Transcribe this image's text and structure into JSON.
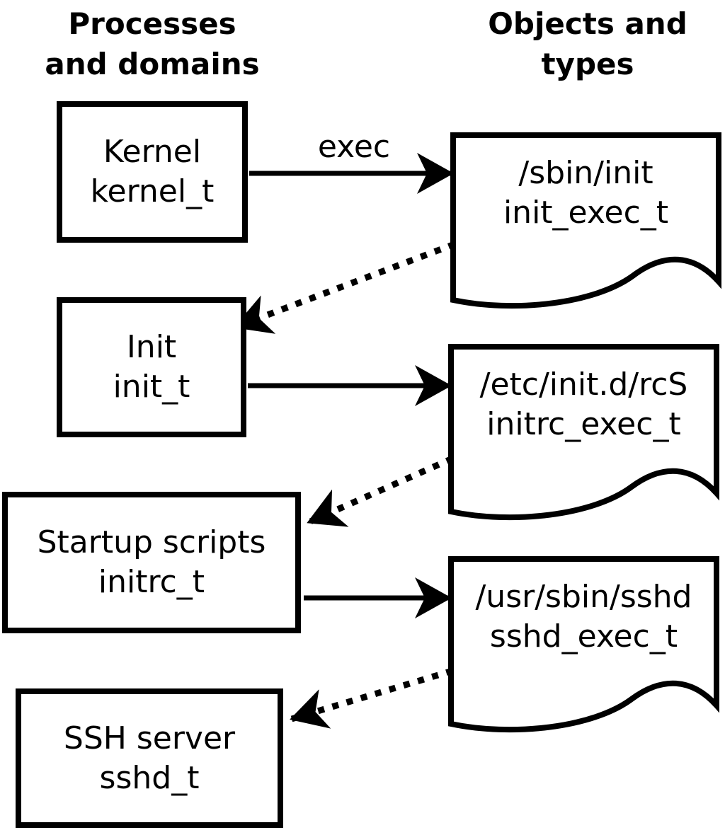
{
  "column_headers": {
    "left": {
      "line1": "Processes",
      "line2": "and domains"
    },
    "right": {
      "line1": "Objects and",
      "line2": "types"
    }
  },
  "arrow_labels": {
    "exec": "exec"
  },
  "processes": [
    {
      "label": "Kernel",
      "type": "kernel_t"
    },
    {
      "label": "Init",
      "type": "init_t"
    },
    {
      "label": "Startup scripts",
      "type": "initrc_t"
    },
    {
      "label": "SSH server",
      "type": "sshd_t"
    }
  ],
  "objects": [
    {
      "path": "/sbin/init",
      "type": "init_exec_t"
    },
    {
      "path": "/etc/init.d/rcS",
      "type": "initrc_exec_t"
    },
    {
      "path": "/usr/sbin/sshd",
      "type": "sshd_exec_t"
    }
  ],
  "colors": {
    "line": "#000000",
    "background": "#ffffff",
    "text": "#000000"
  }
}
